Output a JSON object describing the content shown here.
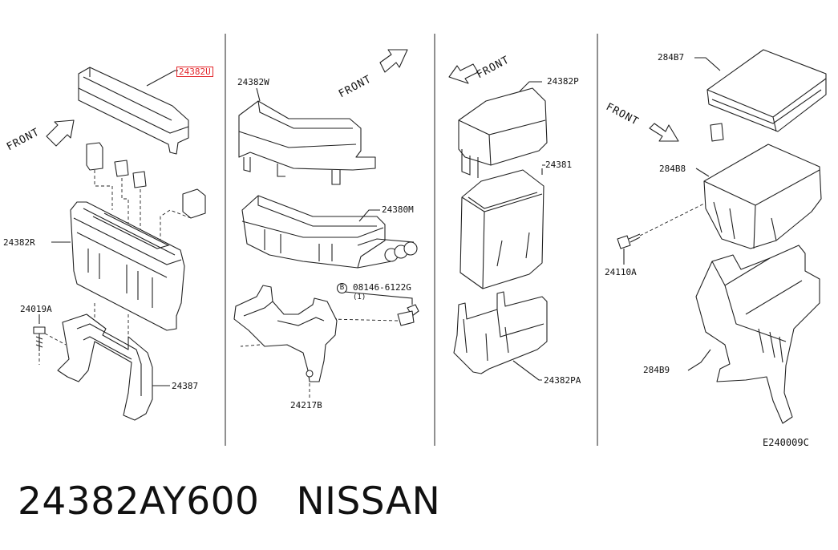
{
  "parts": {
    "p1_top_cover": "24382U",
    "p1_fuse_block": "24382R",
    "p1_bolt": "24019A",
    "p1_bracket": "24387",
    "p2_cover": "24382W",
    "p2_box": "24380M",
    "p2_bolt_prefix": "B",
    "p2_bolt": "08146-6122G",
    "p2_bolt_qty": "(1)",
    "p2_bracket": "24217B",
    "p3_cover": "24382P",
    "p3_box": "24381",
    "p3_bracket": "24382PA",
    "p4_lid": "284B7",
    "p4_box": "284B8",
    "p4_bolt": "24110A",
    "p4_tray": "284B9"
  },
  "front_label": "FRONT",
  "diagram_code": "E240009C",
  "caption": {
    "part_number": "24382AY600",
    "brand": "NISSAN"
  },
  "colors": {
    "line": "#222222",
    "highlight": "#e3262b",
    "background": "#ffffff"
  }
}
